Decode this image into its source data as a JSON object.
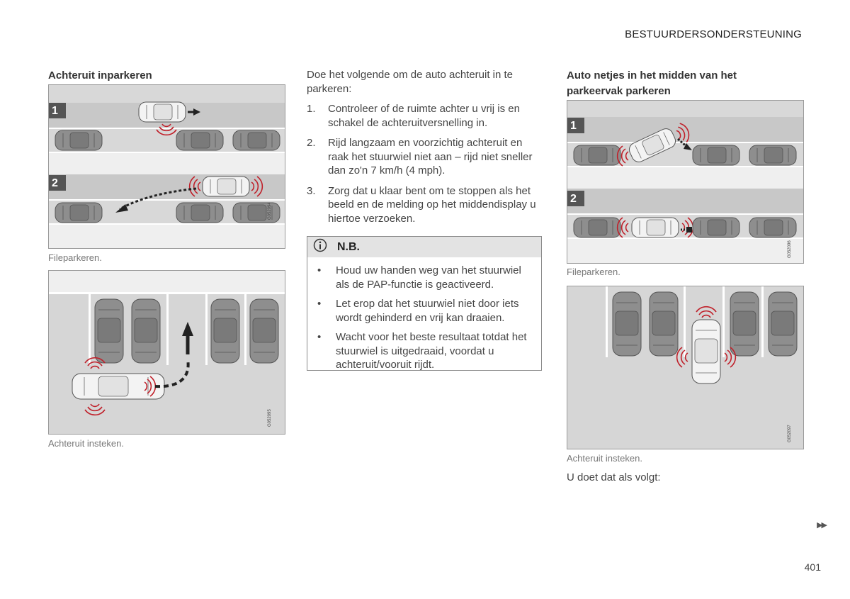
{
  "header": {
    "section": "BESTUURDERSONDERSTEUNING"
  },
  "left": {
    "heading": "Achteruit inparkeren",
    "figure1": {
      "labels": [
        "1",
        "2"
      ],
      "code": "G052094",
      "caption": "Fileparkeren."
    },
    "figure2": {
      "code": "G052095",
      "caption": "Achteruit insteken."
    }
  },
  "middle": {
    "intro": "Doe het volgende om de auto achteruit in te parkeren:",
    "steps": [
      {
        "num": "1.",
        "text": "Controleer of de ruimte achter u vrij is en schakel de achteruitversnelling in."
      },
      {
        "num": "2.",
        "text": "Rijd langzaam en voorzichtig achteruit en raak het stuurwiel niet aan – rijd niet sneller dan zo'n 7 km/h (4 mph)."
      },
      {
        "num": "3.",
        "text": "Zorg dat u klaar bent om te stoppen als het beeld en de melding op het middendisplay u hiertoe verzoeken."
      }
    ],
    "note": {
      "icon": "info-icon",
      "title": "N.B.",
      "items": [
        "Houd uw handen weg van het stuurwiel als de PAP-functie is geactiveerd.",
        "Let erop dat het stuurwiel niet door iets wordt gehinderd en vrij kan draaien.",
        "Wacht voor het beste resultaat totdat het stuurwiel is uitgedraaid, voordat u achteruit/vooruit rijdt."
      ]
    }
  },
  "right": {
    "heading": "Auto netjes in het midden van het parkeervak parkeren",
    "figure1": {
      "labels": [
        "1",
        "2"
      ],
      "code": "G052096",
      "caption": "Fileparkeren."
    },
    "figure2": {
      "code": "G052097",
      "caption": "Achteruit insteken."
    },
    "outro": "U doet dat als volgt:"
  },
  "footer": {
    "continue_icon": "double-arrow-right-icon",
    "page": "401"
  },
  "colors": {
    "sensor_red": "#c0202a",
    "road_gray": "#d6d6d6",
    "lane_light": "#ebebeb",
    "car_dark": "#8c8c8c"
  }
}
